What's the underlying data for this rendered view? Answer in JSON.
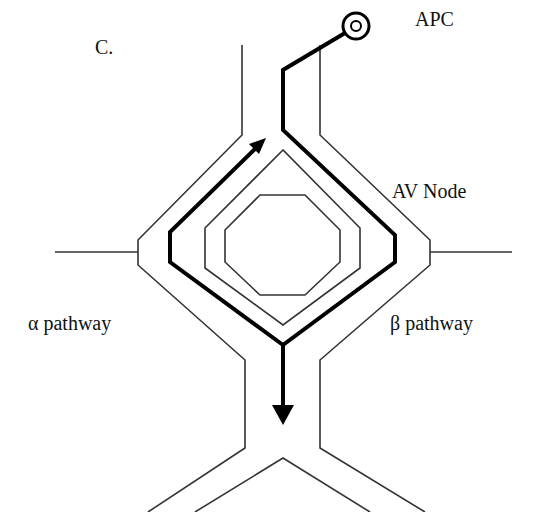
{
  "diagram": {
    "labels": [
      "C.",
      "APC",
      "AV Node",
      "α pathway",
      "β pathway"
    ]
  }
}
